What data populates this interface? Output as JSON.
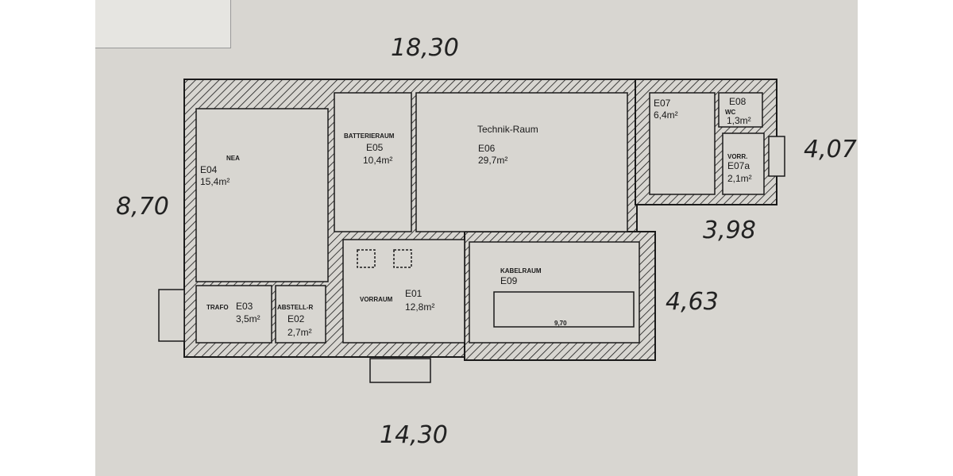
{
  "plan": {
    "rooms": [
      {
        "id": "E04",
        "name": "NEA",
        "area": "15,4m²"
      },
      {
        "id": "E05",
        "name": "BATTERIERAUM",
        "area": "10,4m²"
      },
      {
        "id": "E06",
        "name": "Technik-Raum",
        "area": "29,7m²"
      },
      {
        "id": "E03",
        "name": "TRAFO",
        "area": "3,5m²"
      },
      {
        "id": "E02",
        "name": "ABSTELL-R",
        "area": "2,7m²"
      },
      {
        "id": "E01",
        "name": "VORRAUM",
        "area": "12,8m²"
      },
      {
        "id": "E09",
        "name": "KABELRAUM",
        "area": ""
      },
      {
        "id": "E07",
        "name": "",
        "area": "6,4m²"
      },
      {
        "id": "E08",
        "name": "WC",
        "area": "1,3m²"
      },
      {
        "id": "E07a",
        "name": "VORR.",
        "area": "2,1m²"
      }
    ],
    "dimensions": {
      "top": "18,30",
      "left": "8,70",
      "right_annex": "4,07",
      "annex_bottom": "3,98",
      "right_lower": "4,63",
      "bottom": "14,30"
    },
    "small_label": "9,70",
    "colors": {
      "paper": "#d8d6d1",
      "ink": "#1a1a1a"
    }
  }
}
